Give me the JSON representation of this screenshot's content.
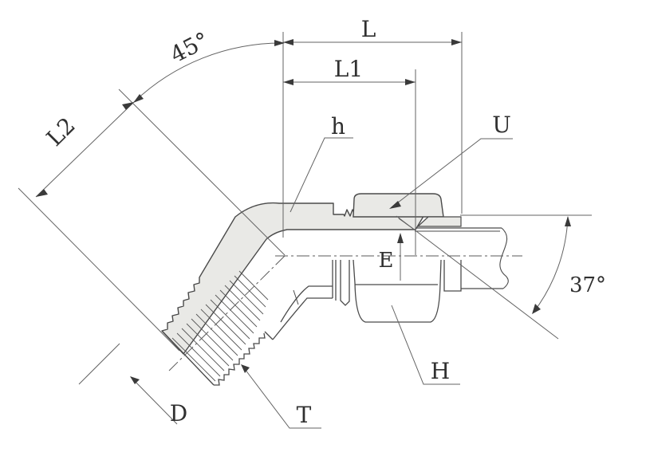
{
  "drawing": {
    "title": "45-degree flare elbow fitting dimensional drawing",
    "labels": {
      "L": "L",
      "L1": "L1",
      "L2": "L2",
      "angle_elbow": "45°",
      "angle_flare": "37°",
      "body_hex": "h",
      "nut_thread": "U",
      "bore": "E",
      "pipe_thread_dia": "D",
      "pipe_thread": "T",
      "nut_hex": "H"
    },
    "colors": {
      "outline": "#4a4a4a",
      "dim_line": "#636363",
      "body_fill": "#e9e9e6",
      "text": "#303030",
      "background": "#ffffff"
    }
  }
}
